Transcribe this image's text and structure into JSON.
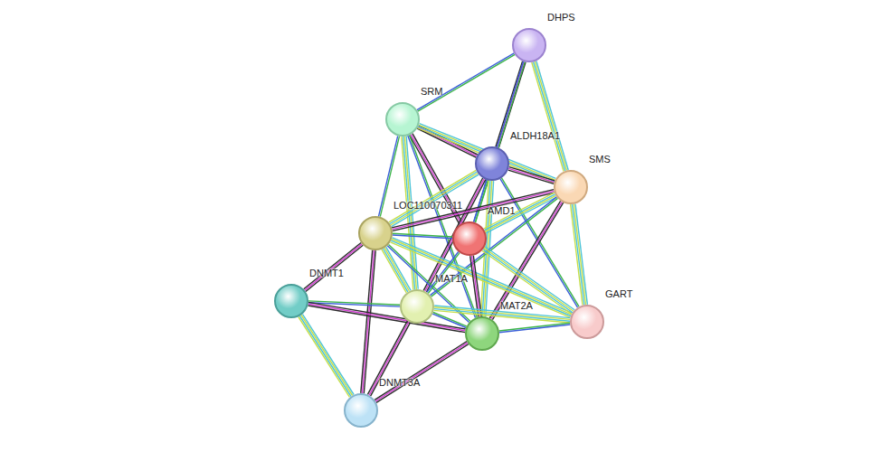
{
  "diagram": {
    "nodes": [
      {
        "text": [
          "DHPS"
        ]
      },
      {
        "text": [
          "SRM"
        ]
      },
      {
        "text": [
          "ALDH18A1"
        ]
      },
      {
        "text": [
          "SMS"
        ]
      },
      {
        "text": [
          "LOC110070311"
        ]
      },
      {
        "text": [
          "AMD1"
        ]
      },
      {
        "text": [
          "DNMT1"
        ]
      },
      {
        "text": [
          "MAT1A"
        ]
      },
      {
        "text": [
          "GART"
        ]
      },
      {
        "text": [
          "MAT2A"
        ]
      },
      {
        "text": [
          "DNMT3A"
        ]
      }
    ],
    "edges": [
      {
        "from": 0,
        "to": 1,
        "arrow": "none"
      },
      {
        "from": 0,
        "to": 2,
        "arrow": "none"
      },
      {
        "from": 0,
        "to": 3,
        "arrow": "none"
      },
      {
        "from": 0,
        "to": 5,
        "arrow": "none"
      },
      {
        "from": 1,
        "to": 2,
        "arrow": "none"
      },
      {
        "from": 1,
        "to": 3,
        "arrow": "none"
      },
      {
        "from": 1,
        "to": 4,
        "arrow": "none"
      },
      {
        "from": 1,
        "to": 5,
        "arrow": "none"
      },
      {
        "from": 1,
        "to": 7,
        "arrow": "none"
      },
      {
        "from": 1,
        "to": 9,
        "arrow": "none"
      },
      {
        "from": 2,
        "to": 3,
        "arrow": "none"
      },
      {
        "from": 2,
        "to": 4,
        "arrow": "none"
      },
      {
        "from": 2,
        "to": 5,
        "arrow": "none"
      },
      {
        "from": 2,
        "to": 7,
        "arrow": "none"
      },
      {
        "from": 2,
        "to": 9,
        "arrow": "none"
      },
      {
        "from": 2,
        "to": 8,
        "arrow": "none"
      },
      {
        "from": 3,
        "to": 4,
        "arrow": "none"
      },
      {
        "from": 3,
        "to": 5,
        "arrow": "none"
      },
      {
        "from": 3,
        "to": 7,
        "arrow": "none"
      },
      {
        "from": 3,
        "to": 9,
        "arrow": "none"
      },
      {
        "from": 3,
        "to": 8,
        "arrow": "none"
      },
      {
        "from": 4,
        "to": 5,
        "arrow": "none"
      },
      {
        "from": 4,
        "to": 6,
        "arrow": "none"
      },
      {
        "from": 4,
        "to": 7,
        "arrow": "none"
      },
      {
        "from": 4,
        "to": 9,
        "arrow": "none"
      },
      {
        "from": 4,
        "to": 10,
        "arrow": "none"
      },
      {
        "from": 4,
        "to": 8,
        "arrow": "none"
      },
      {
        "from": 5,
        "to": 7,
        "arrow": "none"
      },
      {
        "from": 5,
        "to": 9,
        "arrow": "none"
      },
      {
        "from": 5,
        "to": 8,
        "arrow": "none"
      },
      {
        "from": 6,
        "to": 7,
        "arrow": "none"
      },
      {
        "from": 6,
        "to": 9,
        "arrow": "none"
      },
      {
        "from": 6,
        "to": 10,
        "arrow": "none"
      },
      {
        "from": 7,
        "to": 9,
        "arrow": "none"
      },
      {
        "from": 7,
        "to": 10,
        "arrow": "none"
      },
      {
        "from": 7,
        "to": 8,
        "arrow": "none"
      },
      {
        "from": 9,
        "to": 8,
        "arrow": "none"
      },
      {
        "from": 9,
        "to": 10,
        "arrow": "none"
      }
    ]
  }
}
